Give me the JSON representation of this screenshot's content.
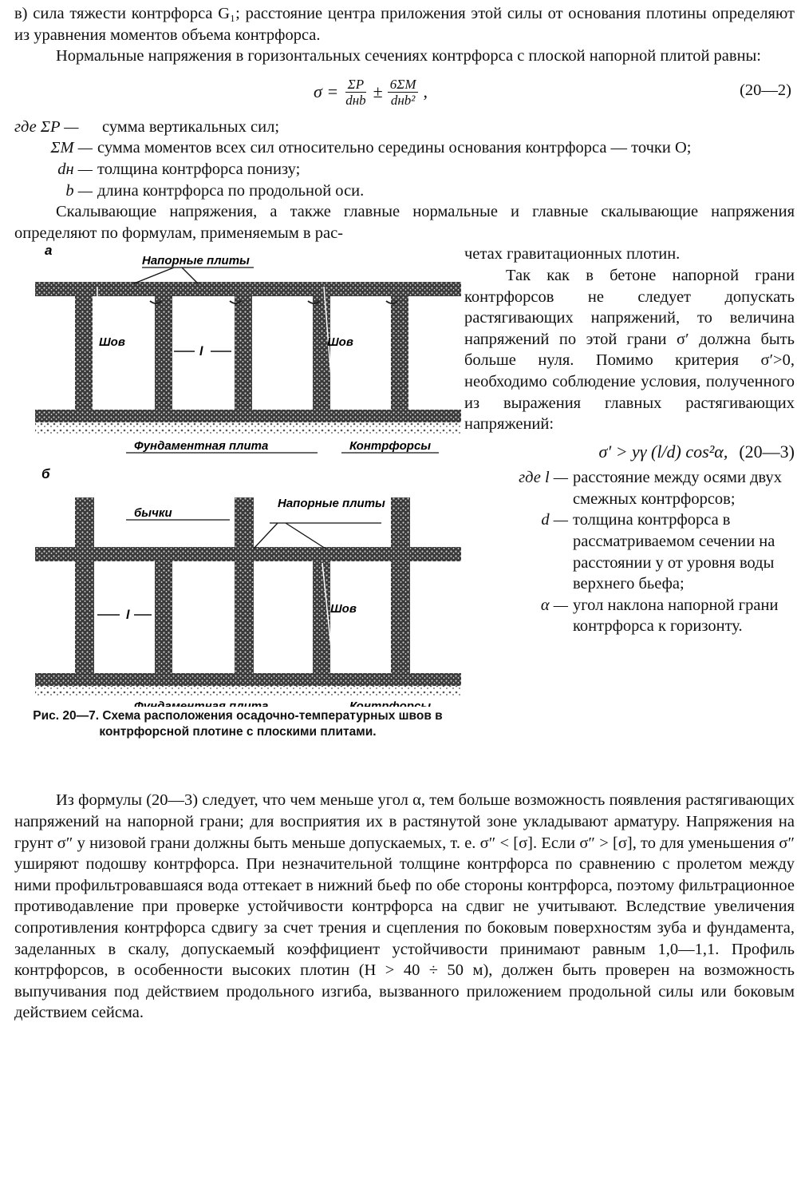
{
  "paragraphs": {
    "p1": "в) сила тяжести контрфорса G₁; расстояние центра приложения этой силы от основания плотины определяют из уравнения моментов объема контрфорса.",
    "p2": "Нормальные напряжения в горизонтальных сечениях контрфорса с плоской напорной плитой равны:"
  },
  "formula1": {
    "lhs": "σ =",
    "num1": "ΣP",
    "den1": "dнb",
    "op": "±",
    "num2": "6ΣM",
    "den2": "dнb²",
    "tail": ",",
    "number": "(20—2)"
  },
  "defs1": [
    {
      "sym": "где ΣP —",
      "text": "сумма вертикальных сил;"
    },
    {
      "sym": "ΣM —",
      "text": "сумма моментов всех сил относительно середины основания контрфорса — точки O;"
    },
    {
      "sym": "dн —",
      "text": "толщина контрфорса понизу;"
    },
    {
      "sym": "b —",
      "text": "длина контрфорса по продольной оси."
    }
  ],
  "p3_start": "Скалывающие напряжения, а также главные нормальные и главные скалывающие напряжения определяют по формулам, применяемым в рас-",
  "right_col": {
    "p3_end": "четах гравитационных плотин.",
    "p4": "Так как в бетоне напорной грани контрфорсов не следует допускать растягивающих напряжений, то величина напряжений по этой грани σ′ должна быть больше нуля. Помимо критерия σ′>0, необходимо соблюдение условия, полученного из выражения главных растягивающих напряжений:",
    "formula3": "σ′ > yγ (l/d) cos²α,",
    "formula3_number": "(20—3)",
    "defs": [
      {
        "sym": "где l —",
        "text": "расстояние между осями двух смежных контрфорсов;"
      },
      {
        "sym": "d —",
        "text": "толщина контрфорса в рассматриваемом сечении на расстоянии y от уровня воды верхнего бьефа;"
      },
      {
        "sym": "α —",
        "text": "угол наклона напорной грани контрфорса к горизонту."
      }
    ]
  },
  "figure": {
    "label_a": "а",
    "label_b": "б",
    "a_top_label": "Напорные плиты",
    "a_seam_left": "Шов",
    "a_seam_right": "Шов",
    "a_span": "l",
    "a_foundation": "Фундаментная плита",
    "a_buttresses": "Контрфорсы",
    "b_bychki": "бычки",
    "b_plates": "Напорные плиты",
    "b_seam": "Шов",
    "b_span": "l",
    "b_foundation": "Фундаментная плита",
    "b_buttresses": "Контрфорсы",
    "caption": "Рис. 20—7. Схема расположения осадочно-температурных швов в контрфорсной плотине с плоскими плитами."
  },
  "p5": "Из формулы (20—3) следует, что чем меньше угол α, тем больше возможность появления растягивающих напряжений на напорной грани; для восприятия их в растянутой зоне укладывают арматуру. Напряжения на грунт σ″ у низовой грани должны быть меньше допускаемых, т. е. σ″ < [σ]. Если σ″ > [σ], то для уменьшения σ″ уширяют подошву контрфорса. При незначительной толщине контрфорса по сравнению с пролетом между ними профильтровавшаяся вода оттекает в нижний бьеф по обе стороны контрфорса, поэтому фильтрационное противодавление при проверке устойчивости контрфорса на сдвиг не учитывают. Вследствие увеличения сопротивления контрфорса сдвигу за счет трения и сцепления по боковым поверхностям зуба и фундамента, заделанных в скалу, допускаемый коэффициент устойчивости принимают равным 1,0—1,1. Профиль контрфорсов, в особенности высоких плотин (H > 40 ÷ 50 м), должен быть проверен на возможность выпучивания под действием продольного изгиба, вызванного приложением продольной силы или боковым действием сейсма."
}
